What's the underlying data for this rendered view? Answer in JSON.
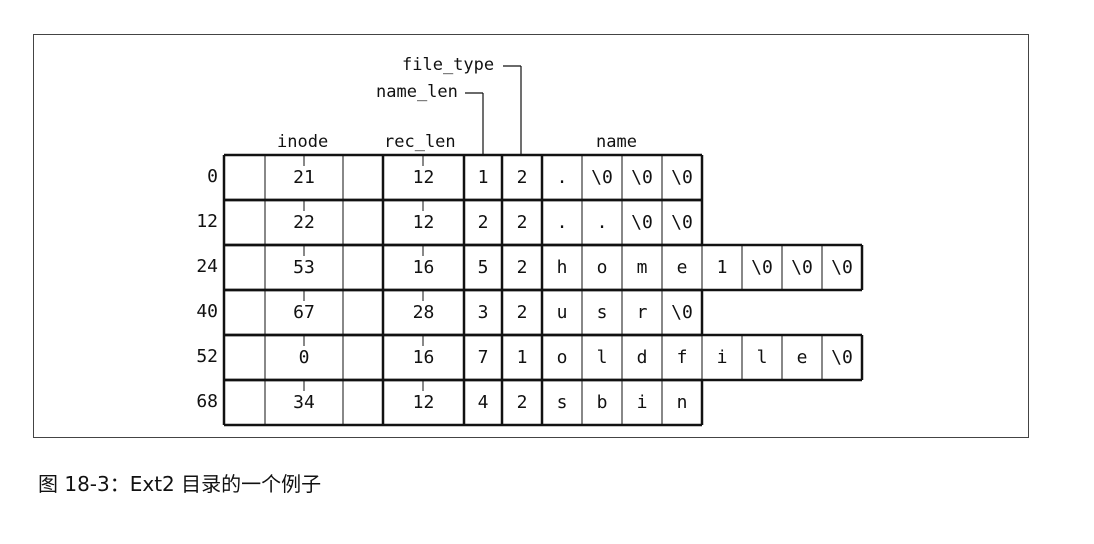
{
  "figure": {
    "headers": {
      "file_type": "file_type",
      "name_len": "name_len",
      "inode": "inode",
      "rec_len": "rec_len",
      "name": "name"
    },
    "rows": [
      {
        "offset": "0",
        "inode": "21",
        "rec_len": "12",
        "name_len": "1",
        "file_type": "2",
        "name": [
          ".",
          "\\0",
          "\\0",
          "\\0"
        ]
      },
      {
        "offset": "12",
        "inode": "22",
        "rec_len": "12",
        "name_len": "2",
        "file_type": "2",
        "name": [
          ".",
          ".",
          "\\0",
          "\\0"
        ]
      },
      {
        "offset": "24",
        "inode": "53",
        "rec_len": "16",
        "name_len": "5",
        "file_type": "2",
        "name": [
          "h",
          "o",
          "m",
          "e",
          "1",
          "\\0",
          "\\0",
          "\\0"
        ]
      },
      {
        "offset": "40",
        "inode": "67",
        "rec_len": "28",
        "name_len": "3",
        "file_type": "2",
        "name": [
          "u",
          "s",
          "r",
          "\\0"
        ]
      },
      {
        "offset": "52",
        "inode": "0",
        "rec_len": "16",
        "name_len": "7",
        "file_type": "1",
        "name": [
          "o",
          "l",
          "d",
          "f",
          "i",
          "l",
          "e",
          "\\0"
        ]
      },
      {
        "offset": "68",
        "inode": "34",
        "rec_len": "12",
        "name_len": "4",
        "file_type": "2",
        "name": [
          "s",
          "b",
          "i",
          "n"
        ]
      }
    ]
  },
  "caption": "图 18-3：Ext2 目录的一个例子"
}
